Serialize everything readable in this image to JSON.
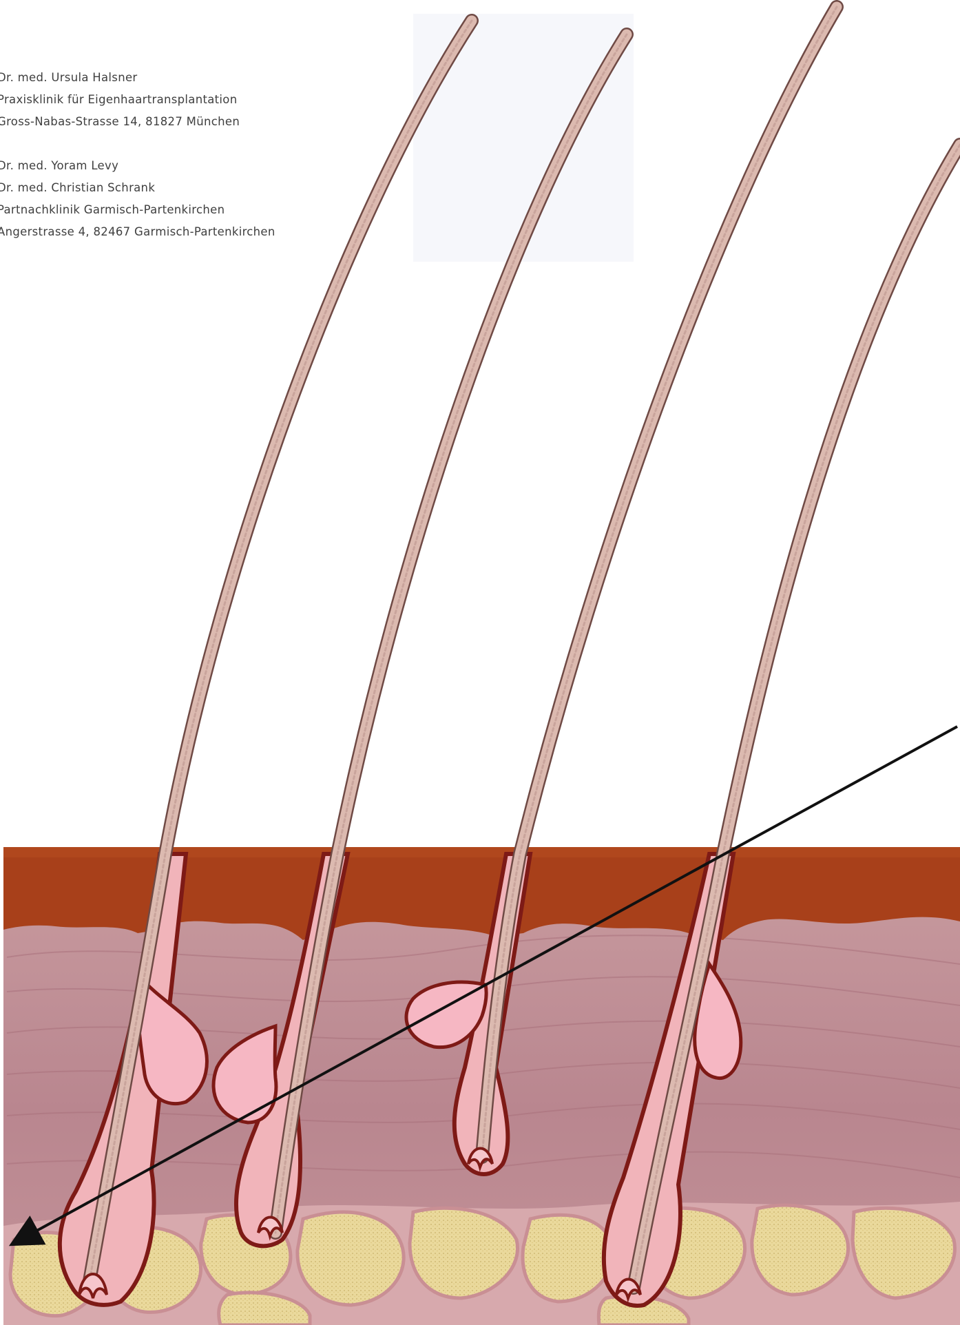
{
  "addresses": [
    {
      "lines": [
        "Dr. med. Ursula Halsner",
        "Praxisklinik für Eigenhaartransplantation",
        "Gross-Nabas-Strasse 14, 81827 München"
      ]
    },
    {
      "lines": [
        "Dr. med. Yoram Levy",
        "Dr. med. Christian Schrank",
        "Partnachklinik Garmisch-Partenkirchen",
        "Angerstrasse 4, 82467 Garmisch-Partenkirchen"
      ]
    }
  ],
  "diagram": {
    "subject": "hair follicles in skin cross-section",
    "hair_count": 4,
    "arrow": {
      "direction": "down-left",
      "color": "#111111"
    },
    "colors": {
      "epidermis": "#a33c16",
      "dermis": "#c28f94",
      "fat_cells": "#e6d69a",
      "follicle_outline": "#7e1a16",
      "follicle_fill": "#f3b7bc",
      "sebaceous_gland": "#f6b7c3",
      "hair_shaft": "#d9b6ac",
      "hair_edge": "#7b5752"
    }
  }
}
